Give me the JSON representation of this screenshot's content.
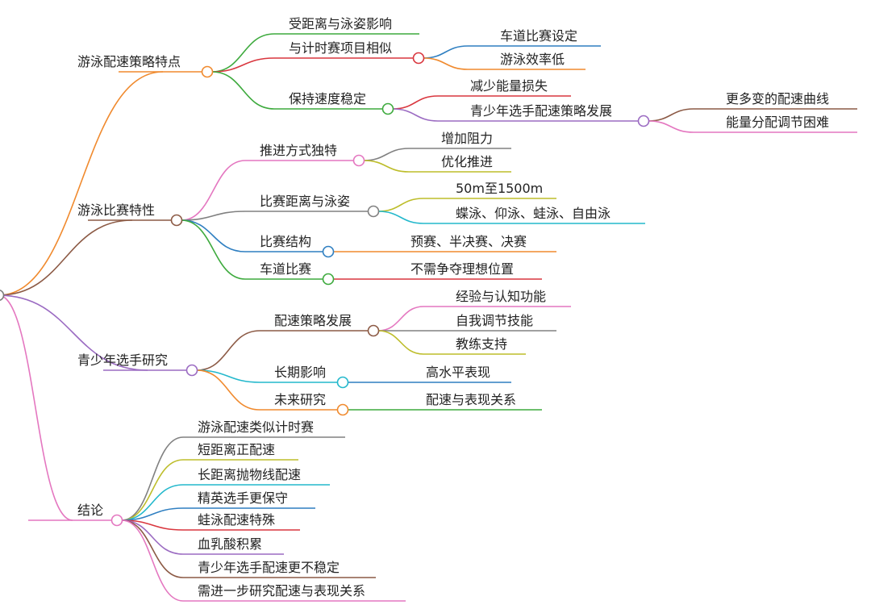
{
  "mindmap": {
    "branches": [
      {
        "label": "游泳配速策略特点",
        "color": "#F08A2E",
        "children": [
          {
            "label": "受距离与泳姿影响",
            "color": "#3DAA3D",
            "children": []
          },
          {
            "label": "与计时赛项目相似",
            "color": "#D9363E",
            "children": [
              {
                "label": "车道比赛设定",
                "color": "#2F7FC1",
                "children": []
              },
              {
                "label": "游泳效率低",
                "color": "#F08A2E",
                "children": []
              }
            ]
          },
          {
            "label": "保持速度稳定",
            "color": "#3DAA3D",
            "children": [
              {
                "label": "减少能量损失",
                "color": "#D9363E",
                "children": []
              },
              {
                "label": "青少年选手配速策略发展",
                "color": "#9B6BC2",
                "children": [
                  {
                    "label": "更多变的配速曲线",
                    "color": "#8C5A45",
                    "children": []
                  },
                  {
                    "label": "能量分配调节困难",
                    "color": "#E477C0",
                    "children": []
                  }
                ]
              }
            ]
          }
        ]
      },
      {
        "label": "游泳比赛特性",
        "color": "#8C5A45",
        "children": [
          {
            "label": "推进方式独特",
            "color": "#E477C0",
            "children": [
              {
                "label": "增加阻力",
                "color": "#808080",
                "children": []
              },
              {
                "label": "优化推进",
                "color": "#BDBD2A",
                "children": []
              }
            ]
          },
          {
            "label": "比赛距离与泳姿",
            "color": "#808080",
            "children": [
              {
                "label": "50m至1500m",
                "color": "#BDBD2A",
                "children": []
              },
              {
                "label": "蝶泳、仰泳、蛙泳、自由泳",
                "color": "#23B8CC",
                "children": []
              }
            ]
          },
          {
            "label": "比赛结构",
            "color": "#2F7FC1",
            "children": [
              {
                "label": "预赛、半决赛、决赛",
                "color": "#F08A2E",
                "children": []
              }
            ]
          },
          {
            "label": "车道比赛",
            "color": "#3DAA3D",
            "children": [
              {
                "label": "不需争夺理想位置",
                "color": "#D9363E",
                "children": []
              }
            ]
          }
        ]
      },
      {
        "label": "青少年选手研究",
        "color": "#9B6BC2",
        "children": [
          {
            "label": "配速策略发展",
            "color": "#8C5A45",
            "children": [
              {
                "label": "经验与认知功能",
                "color": "#E477C0",
                "children": []
              },
              {
                "label": "自我调节技能",
                "color": "#808080",
                "children": []
              },
              {
                "label": "教练支持",
                "color": "#BDBD2A",
                "children": []
              }
            ]
          },
          {
            "label": "长期影响",
            "color": "#23B8CC",
            "children": [
              {
                "label": "高水平表现",
                "color": "#2F7FC1",
                "children": []
              }
            ]
          },
          {
            "label": "未来研究",
            "color": "#F08A2E",
            "children": [
              {
                "label": "配速与表现关系",
                "color": "#3DAA3D",
                "children": []
              }
            ]
          }
        ]
      },
      {
        "label": "结论",
        "color": "#E477C0",
        "children": [
          {
            "label": "游泳配速类似计时赛",
            "color": "#808080",
            "children": []
          },
          {
            "label": "短距离正配速",
            "color": "#BDBD2A",
            "children": []
          },
          {
            "label": "长距离抛物线配速",
            "color": "#23B8CC",
            "children": []
          },
          {
            "label": "精英选手更保守",
            "color": "#2F7FC1",
            "children": []
          },
          {
            "label": "蛙泳配速特殊",
            "color": "#D9363E",
            "children": []
          },
          {
            "label": "血乳酸积累",
            "color": "#9B6BC2",
            "children": []
          },
          {
            "label": "青少年选手配速更不稳定",
            "color": "#8C5A45",
            "children": []
          },
          {
            "label": "需进一步研究配速与表现关系",
            "color": "#E477C0",
            "children": []
          }
        ]
      }
    ]
  }
}
